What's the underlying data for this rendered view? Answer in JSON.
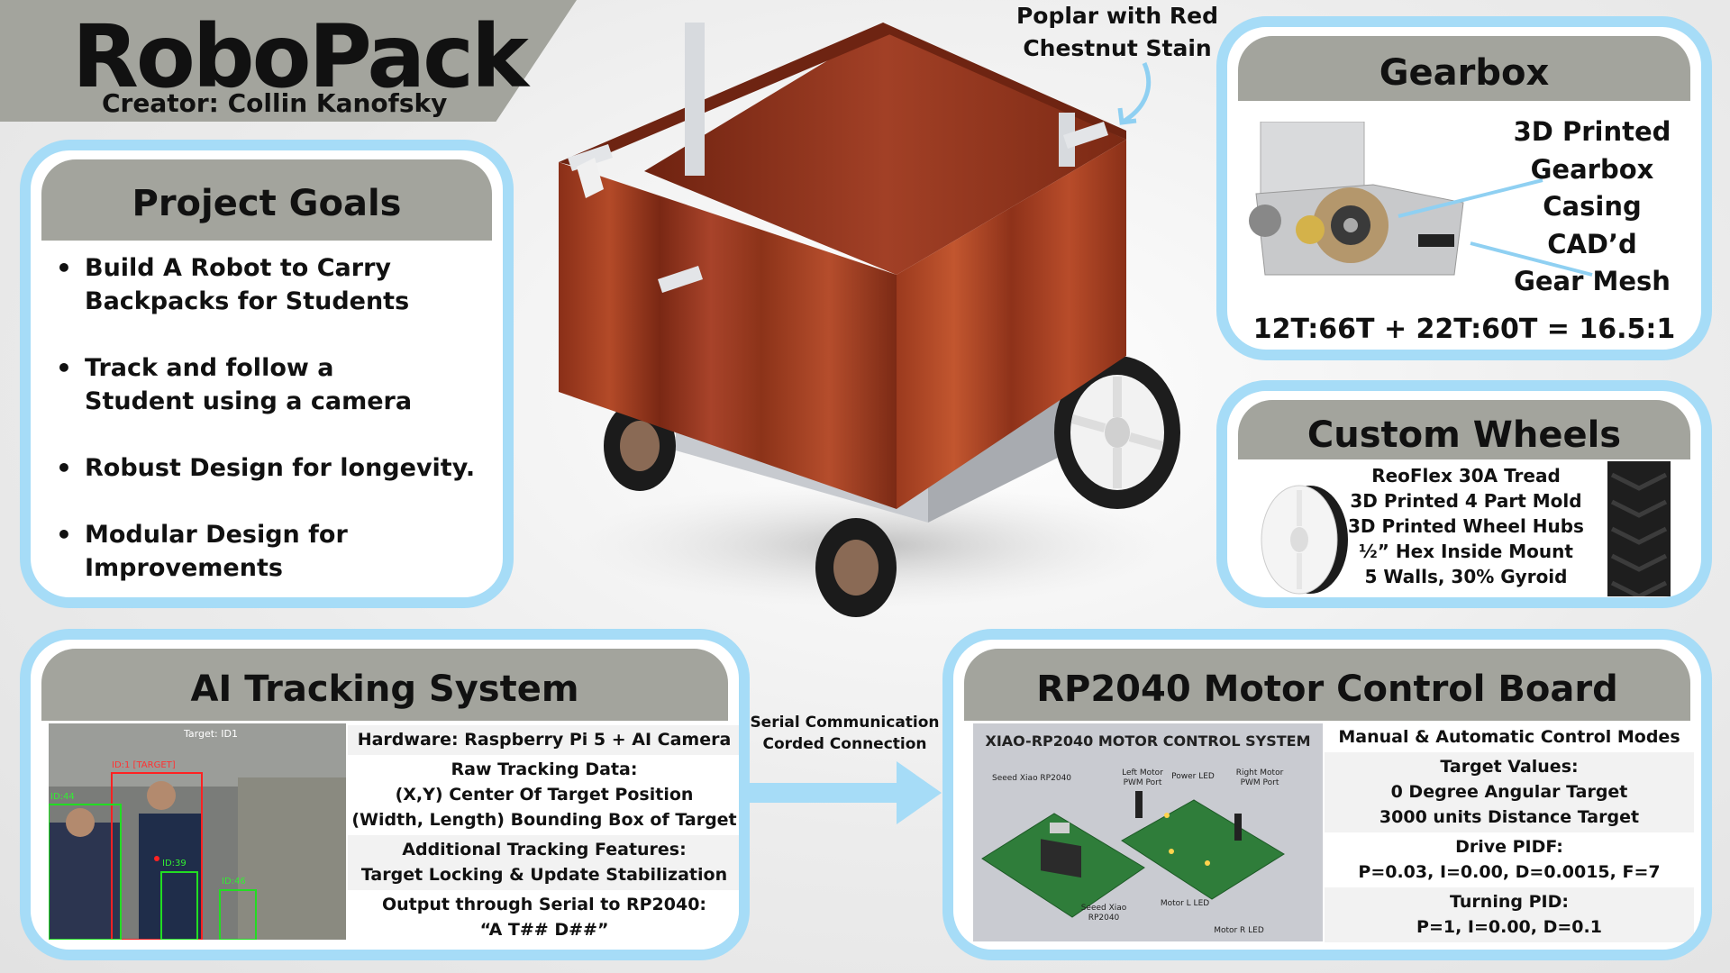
{
  "header": {
    "title": "RoboPack",
    "creator": "Creator: Collin Kanofsky"
  },
  "goals": {
    "title": "Project Goals",
    "items": [
      "Build A Robot to Carry Backpacks for Students",
      "Track and follow a Student using a camera",
      "Robust Design for longevity.",
      "Modular Design for Improvements"
    ]
  },
  "render": {
    "stain_label_line1": "Poplar with Red",
    "stain_label_line2": "Chestnut Stain"
  },
  "gearbox": {
    "title": "Gearbox",
    "features": [
      "3D Printed",
      "Gearbox",
      "Casing",
      "CAD’d",
      "Gear Mesh"
    ],
    "ratio": "12T:66T + 22T:60T = 16.5:1"
  },
  "wheels": {
    "title": "Custom Wheels",
    "specs": [
      "ReoFlex 30A Tread",
      "3D Printed 4 Part Mold",
      "3D Printed Wheel Hubs",
      "½” Hex Inside Mount",
      "5 Walls, 30% Gyroid"
    ]
  },
  "ai": {
    "title": "AI Tracking System",
    "camera_overlay": {
      "target": "Target: ID1",
      "target_box": "ID:1 [TARGET]",
      "id_a": "ID:39",
      "id_b": "ID:46",
      "id_c": "ID:44"
    },
    "hardware": "Hardware: Raspberry Pi 5 + AI Camera",
    "raw_title": "Raw Tracking Data:",
    "raw_line1": "(X,Y) Center Of Target Position",
    "raw_line2": "(Width, Length) Bounding Box of Target",
    "additional_title": "Additional Tracking Features:",
    "additional_line": "Target Locking & Update Stabilization",
    "output_title": "Output through Serial to RP2040:",
    "output_line": "“A T## D##”"
  },
  "connector": {
    "line1": "Serial Communication",
    "line2": "Corded Connection"
  },
  "rp2040": {
    "title": "RP2040 Motor Control Board",
    "pcb": {
      "title": "XIAO-RP2040 MOTOR CONTROL SYSTEM",
      "lbl_seeed_top": "Seeed Xiao RP2040",
      "lbl_left_motor": "Left Motor PWM Port",
      "lbl_power_led": "Power LED",
      "lbl_right_motor": "Right Motor PWM Port",
      "lbl_seeed_bottom": "Seeed Xiao RP2040",
      "lbl_motor_l": "Motor L LED",
      "lbl_motor_r": "Motor R LED"
    },
    "modes": "Manual & Automatic Control Modes",
    "target_title": "Target Values:",
    "target_line1": "0 Degree Angular Target",
    "target_line2": "3000 units Distance Target",
    "drive_title": "Drive PIDF:",
    "drive_line": "P=0.03, I=0.00, D=0.0015, F=7",
    "turn_title": "Turning PID:",
    "turn_line": "P=1, I=0.00, D=0.1"
  }
}
